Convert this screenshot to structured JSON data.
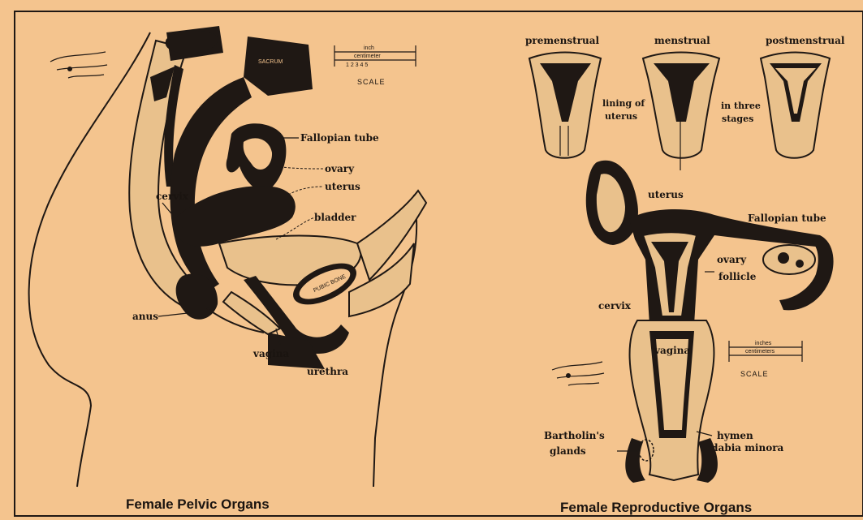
{
  "left_figure": {
    "caption": "Female Pelvic Organs",
    "labels": {
      "fallopian_tube": "Fallopian tube",
      "ovary": "ovary",
      "uterus": "uterus",
      "cervix": "cervix",
      "bladder": "bladder",
      "anus": "anus",
      "vagina": "vagina",
      "urethra": "urethra",
      "pubic_bone": "PUBIC BONE",
      "sacrum": "SACRUM"
    },
    "scale": {
      "top": "inch",
      "bottom": "centimeter",
      "numbers": "1 2 3 4 5",
      "label": "SCALE"
    }
  },
  "right_figure": {
    "caption": "Female Reproductive Organs",
    "stages": [
      "premenstrual",
      "menstrual",
      "postmenstrual"
    ],
    "stage_note_left": [
      "lining of",
      "uterus"
    ],
    "stage_note_right": [
      "in three",
      "stages"
    ],
    "labels": {
      "uterus": "uterus",
      "fallopian_tube": "Fallopian tube",
      "ovary": "ovary",
      "follicle": "follicle",
      "cervix": "cervix",
      "vagina": "vagina",
      "bartholins_glands": [
        "Bartholin's",
        "glands"
      ],
      "hymen": "hymen",
      "labia_minora": "labia minora"
    },
    "scale": {
      "top": "inches",
      "bottom": "centimeters",
      "label": "SCALE"
    }
  },
  "colors": {
    "paper": "#f4c48e",
    "ink": "#1f1814"
  }
}
